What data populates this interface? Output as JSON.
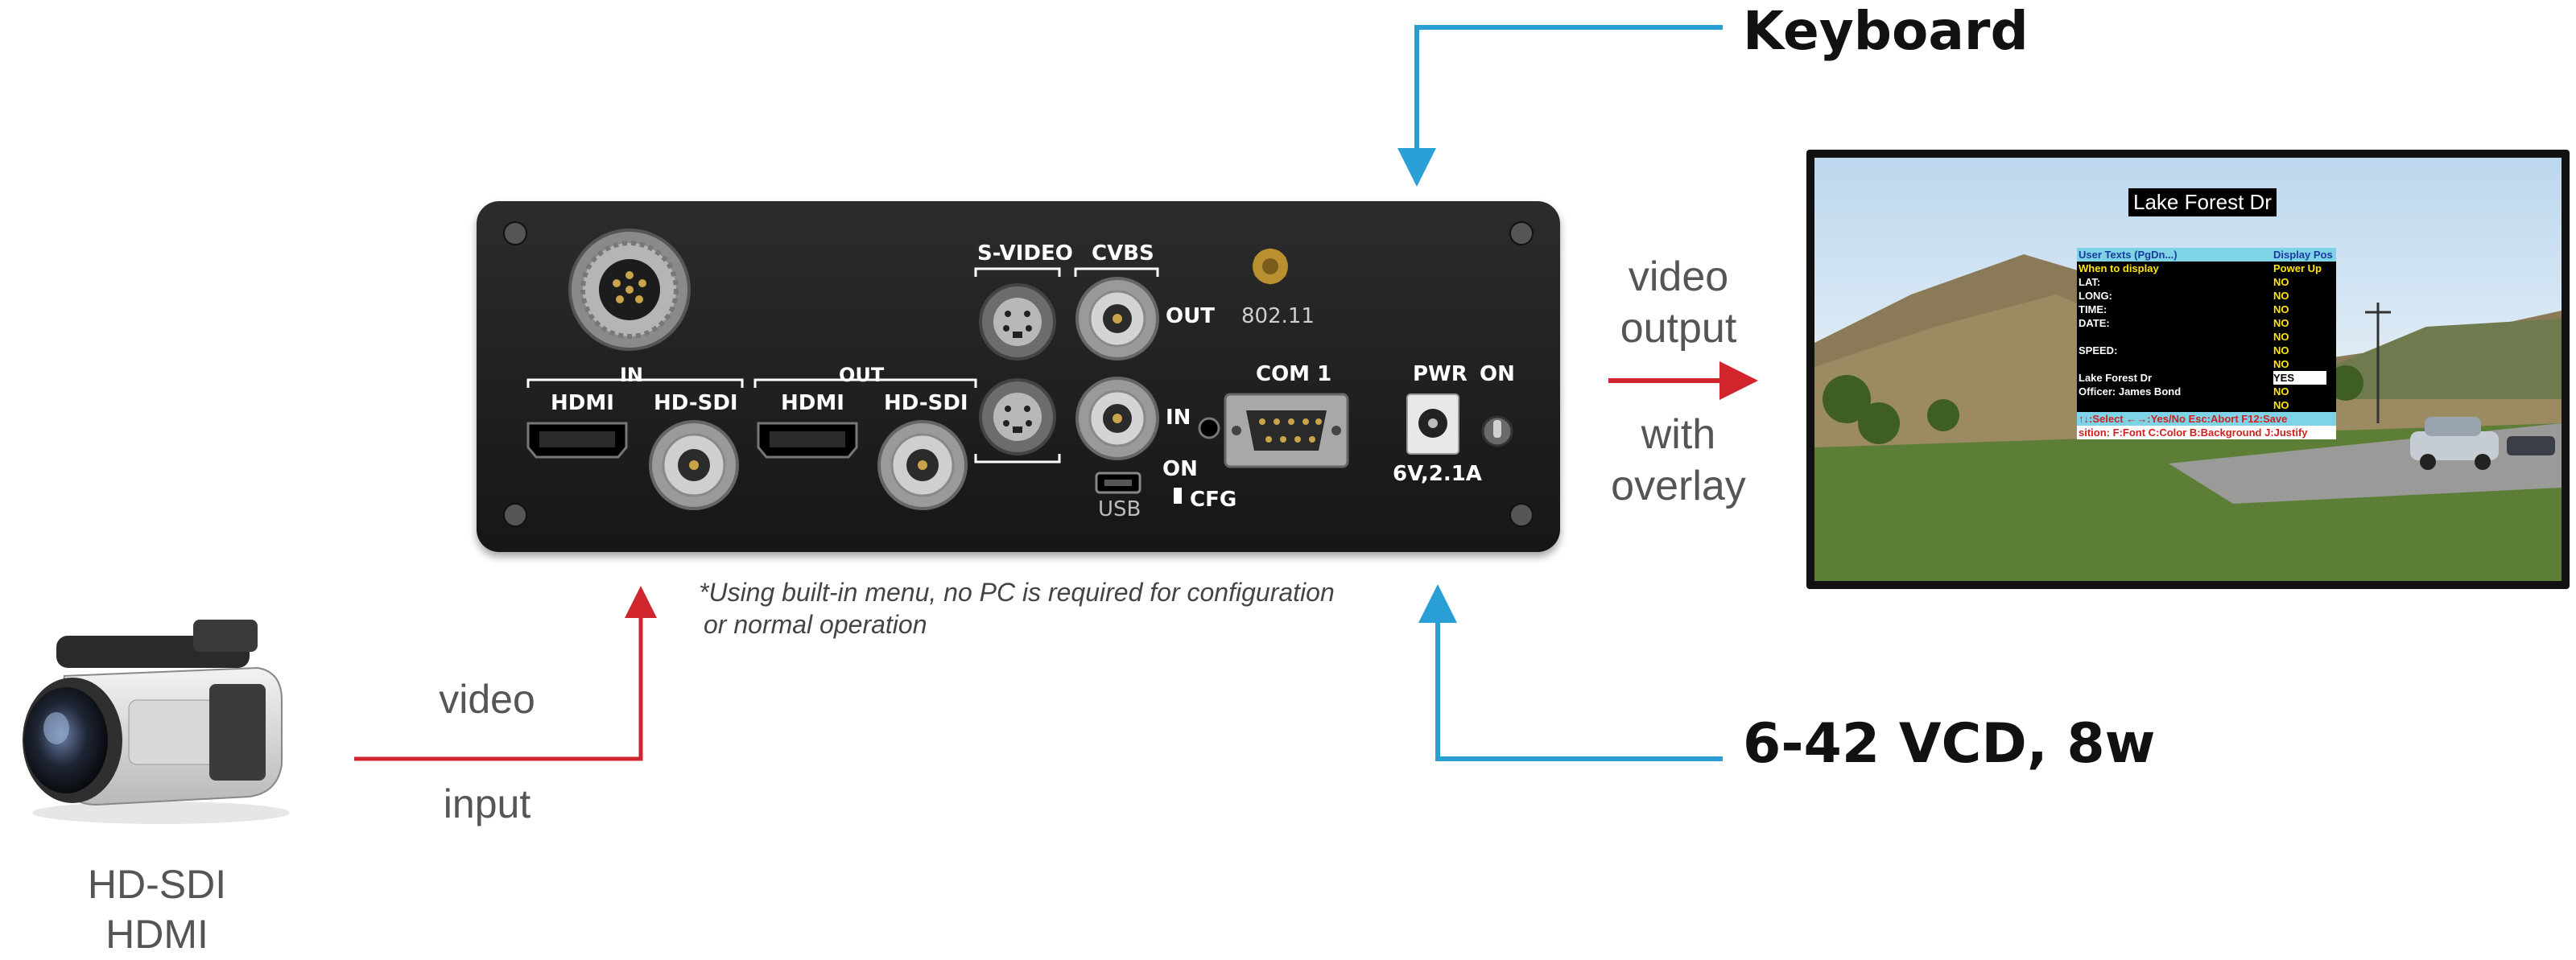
{
  "labels": {
    "keyboard": "Keyboard",
    "power_input": "6-42 VCD, 8w",
    "video_output": [
      "video",
      "output"
    ],
    "with_overlay": [
      "with",
      "overlay"
    ],
    "video_input": [
      "video",
      "input"
    ],
    "camera_types": [
      "HD-SDI",
      "HDMI"
    ],
    "note": [
      "*Using built-in menu, no PC is required for configuration",
      "or normal operation"
    ]
  },
  "device_panel": {
    "in_label": "IN",
    "out_label": "OUT",
    "in_hdmi": "HDMI",
    "in_hdsdi": "HD-SDI",
    "out_hdmi": "HDMI",
    "out_hdsdi": "HD-SDI",
    "svideo": "S-VIDEO",
    "cvbs": "CVBS",
    "cvbs_out": "OUT",
    "cvbs_in": "IN",
    "antenna": "802.11",
    "com": "COM 1",
    "pwr": "PWR",
    "pwr_spec": "6V,2.1A",
    "on": "ON",
    "usb": "USB",
    "cfg_on": "ON",
    "cfg": "CFG"
  },
  "screen": {
    "street_title": "Lake Forest Dr",
    "menu": {
      "header_left": "User Texts (PgDn...)",
      "header_right": "Display  Pos",
      "rows": [
        {
          "label": "When to display",
          "value": "Power Up",
          "highlight": true
        },
        {
          "label": "LAT:",
          "value": "NO",
          "highlight": false
        },
        {
          "label": "LONG:",
          "value": "NO",
          "highlight": false
        },
        {
          "label": "TIME:",
          "value": "NO",
          "highlight": false
        },
        {
          "label": "DATE:",
          "value": "NO",
          "highlight": false
        },
        {
          "label": "",
          "value": "NO",
          "highlight": false
        },
        {
          "label": "SPEED:",
          "value": "NO",
          "highlight": false
        },
        {
          "label": "",
          "value": "NO",
          "highlight": false
        },
        {
          "label": "Lake Forest Dr",
          "value": "YES",
          "highlight": false,
          "selected": true
        },
        {
          "label": "Officer: James Bond",
          "value": "NO",
          "highlight": false
        },
        {
          "label": "",
          "value": "NO",
          "highlight": false
        }
      ],
      "footer1": "↑↓:Select  ←→:Yes/No  Esc:Abort  F12:Save",
      "footer2": "sition:  F:Font  C:Color  B:Background  J:Justify"
    }
  },
  "colors": {
    "blue_arrow": "#2a9fd6",
    "red_arrow": "#d0252d"
  }
}
